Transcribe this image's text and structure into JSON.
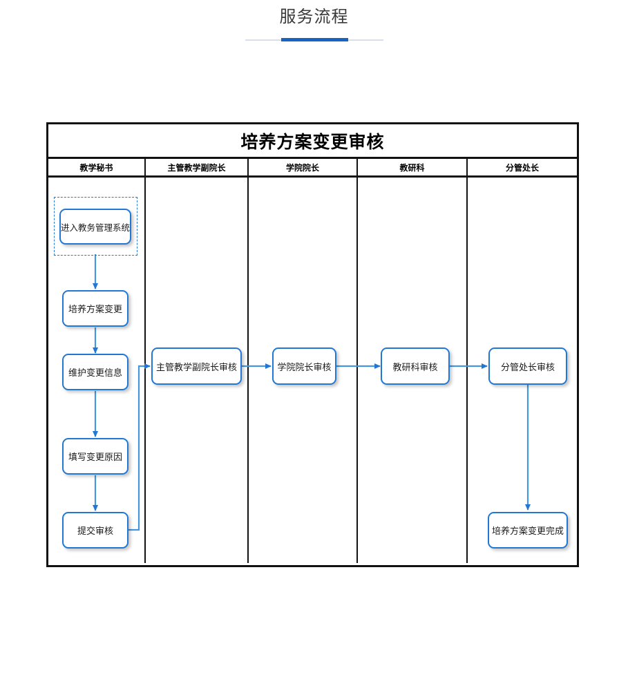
{
  "page": {
    "title": "服务流程",
    "accent_color": "#1565C0",
    "rule_color": "#d7e0ea"
  },
  "swimlane": {
    "title": "培养方案变更审核",
    "border_color": "#111111",
    "node_border_color": "#2277D4",
    "lanes": [
      {
        "label": "教学秘书"
      },
      {
        "label": "主管教学副院长"
      },
      {
        "label": "学院院长"
      },
      {
        "label": "教研科"
      },
      {
        "label": "分管处长"
      }
    ]
  },
  "flow": {
    "nodes": [
      {
        "id": "enter-system",
        "label": "进入教务管理系统",
        "lane": "教学秘书",
        "selected": true
      },
      {
        "id": "plan-change",
        "label": "培养方案变更",
        "lane": "教学秘书",
        "selected": false
      },
      {
        "id": "maintain-info",
        "label": "维护变更信息",
        "lane": "教学秘书",
        "selected": false
      },
      {
        "id": "fill-reason",
        "label": "填写变更原因",
        "lane": "教学秘书",
        "selected": false
      },
      {
        "id": "submit-review",
        "label": "提交审核",
        "lane": "教学秘书",
        "selected": false
      },
      {
        "id": "vice-dean",
        "label": "主管教学副院长审核",
        "lane": "主管教学副院长",
        "selected": false
      },
      {
        "id": "dean",
        "label": "学院院长审核",
        "lane": "学院院长",
        "selected": false
      },
      {
        "id": "research-dept",
        "label": "教研科审核",
        "lane": "教研科",
        "selected": false
      },
      {
        "id": "director",
        "label": "分管处长审核",
        "lane": "分管处长",
        "selected": false
      },
      {
        "id": "complete",
        "label": "培养方案变更完成",
        "lane": "分管处长",
        "selected": false
      }
    ],
    "edges": [
      {
        "from": "enter-system",
        "to": "plan-change"
      },
      {
        "from": "plan-change",
        "to": "maintain-info"
      },
      {
        "from": "maintain-info",
        "to": "fill-reason"
      },
      {
        "from": "fill-reason",
        "to": "submit-review"
      },
      {
        "from": "submit-review",
        "to": "vice-dean"
      },
      {
        "from": "vice-dean",
        "to": "dean"
      },
      {
        "from": "dean",
        "to": "research-dept"
      },
      {
        "from": "research-dept",
        "to": "director"
      },
      {
        "from": "director",
        "to": "complete"
      }
    ]
  }
}
